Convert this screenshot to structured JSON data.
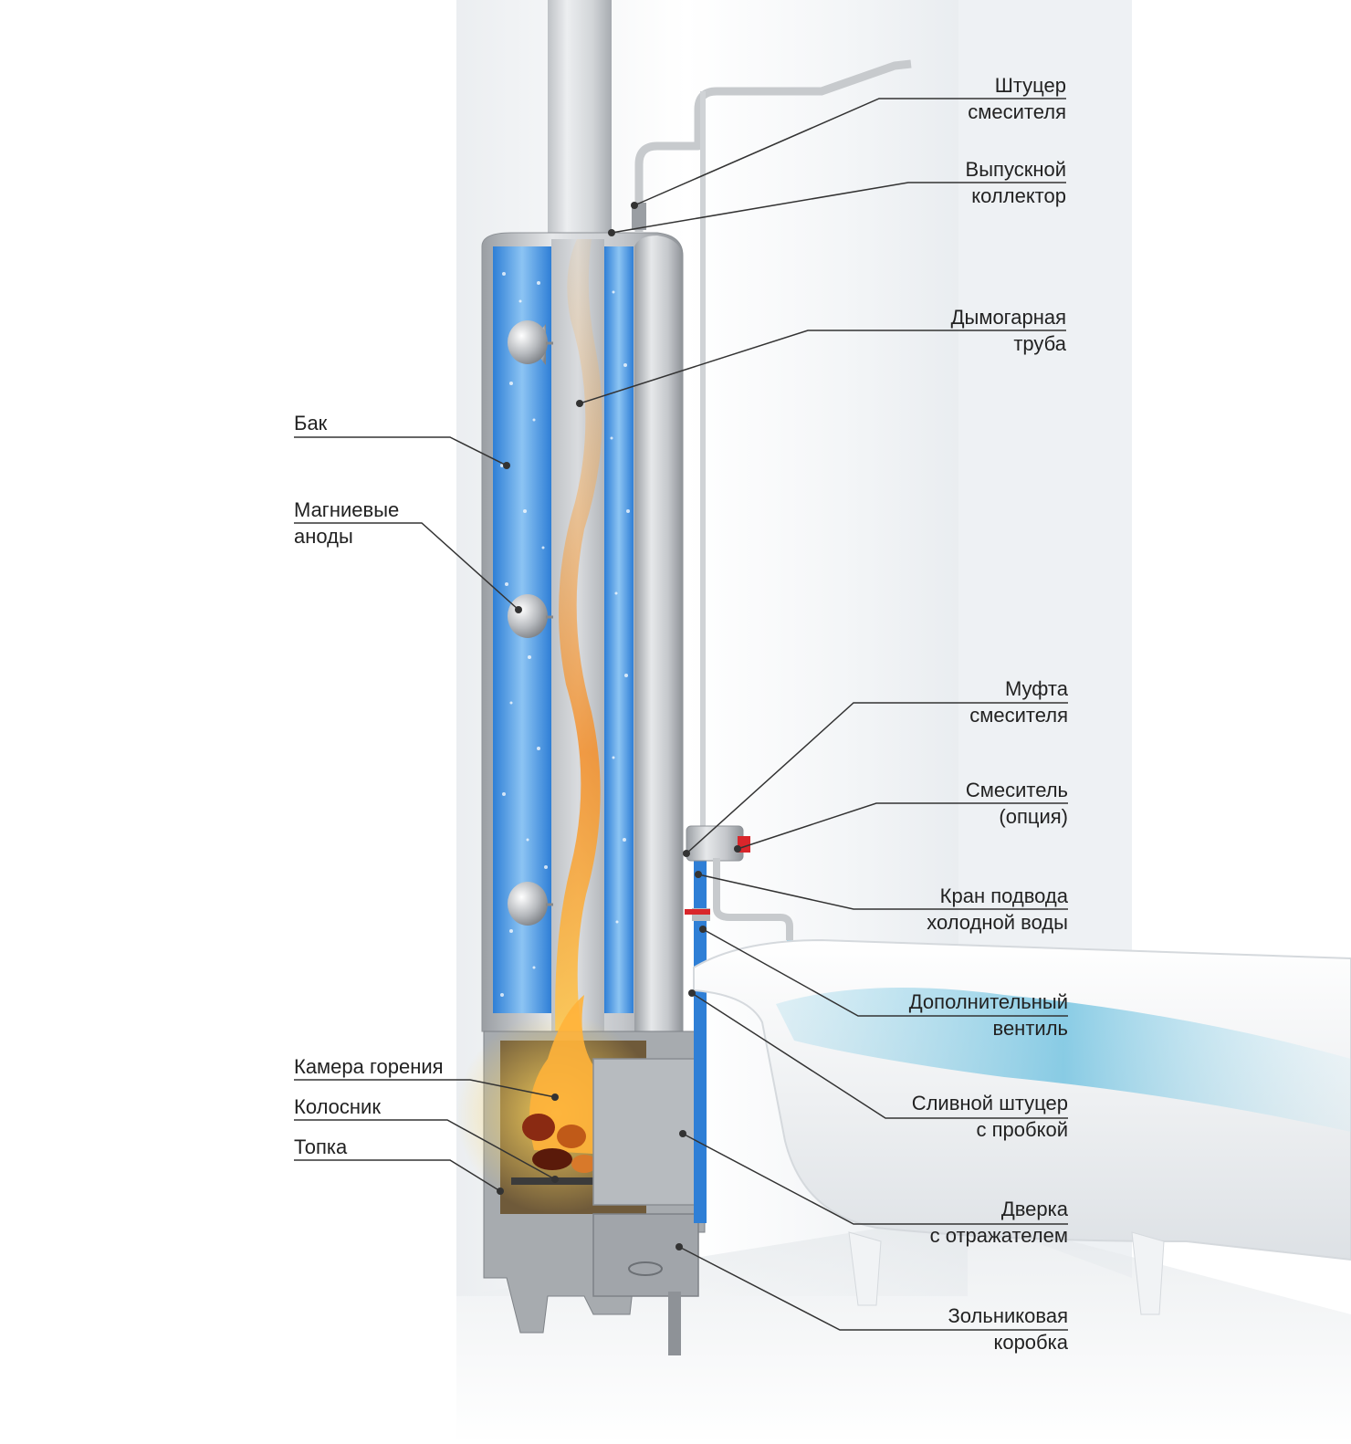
{
  "labels": {
    "fitting_mixer": [
      "Штуцер",
      "смесителя"
    ],
    "outlet_collector": [
      "Выпускной",
      "коллектор"
    ],
    "flue_pipe": [
      "Дымогарная",
      "труба"
    ],
    "tank": [
      "Бак"
    ],
    "magnesium_anodes": [
      "Магниевые",
      "аноды"
    ],
    "mixer_coupling": [
      "Муфта",
      "смесителя"
    ],
    "mixer_option": [
      "Смеситель",
      "(опция)"
    ],
    "cold_water_valve": [
      "Кран подвода",
      "холодной воды"
    ],
    "extra_valve": [
      "Дополнительный",
      "вентиль"
    ],
    "combustion_chamber": [
      "Камера горения"
    ],
    "grate": [
      "Колосник"
    ],
    "firebox": [
      "Топка"
    ],
    "drain_fitting": [
      "Сливной штуцер",
      "с пробкой"
    ],
    "door_reflector": [
      "Дверка",
      "с отражателем"
    ],
    "ash_box": [
      "Зольниковая",
      "коробка"
    ]
  },
  "colors": {
    "water": "#3f8fe0",
    "water_light": "#a9d3f7",
    "metal": "#b9bcc0",
    "flame": "#f39a2c",
    "valve_red": "#d9262b",
    "leader": "#333333"
  }
}
